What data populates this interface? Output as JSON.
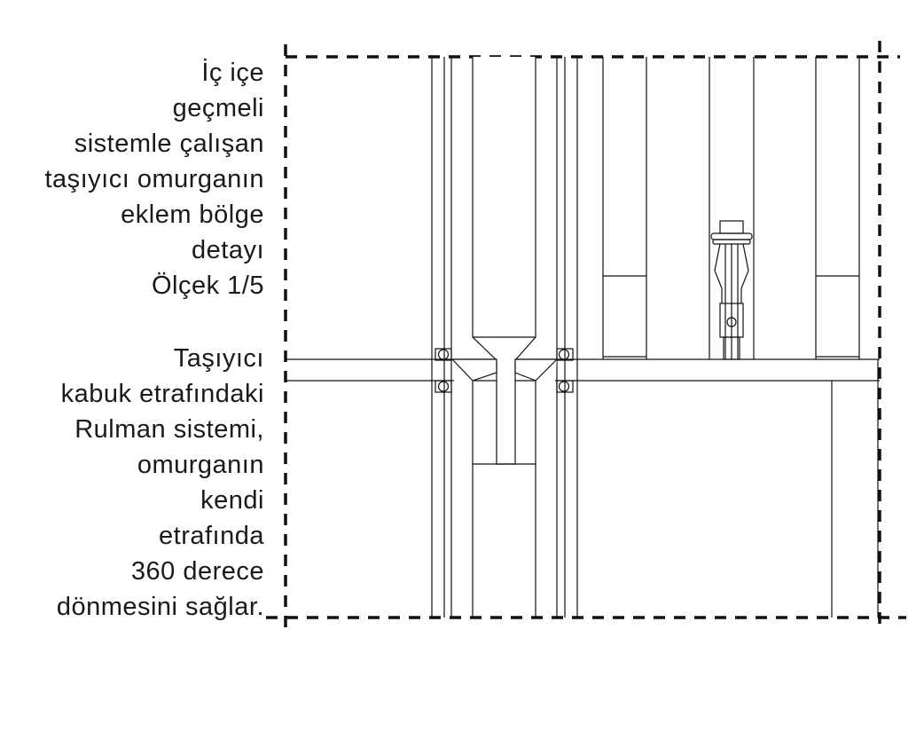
{
  "caption_top": {
    "lines": [
      "İç içe",
      "geçmeli",
      "sistemle çalışan",
      "taşıyıcı omurganın",
      "eklem bölge",
      "detayı",
      "Ölçek 1/5"
    ]
  },
  "caption_bottom": {
    "lines": [
      "Taşıyıcı",
      "kabuk etrafındaki",
      "Rulman sistemi,",
      "omurganın",
      "kendi",
      "etrafında",
      "360 derece ",
      "dönmesini sağlar."
    ]
  },
  "colors": {
    "line": "#111111",
    "text": "#1a1a1a",
    "background": "#ffffff"
  }
}
